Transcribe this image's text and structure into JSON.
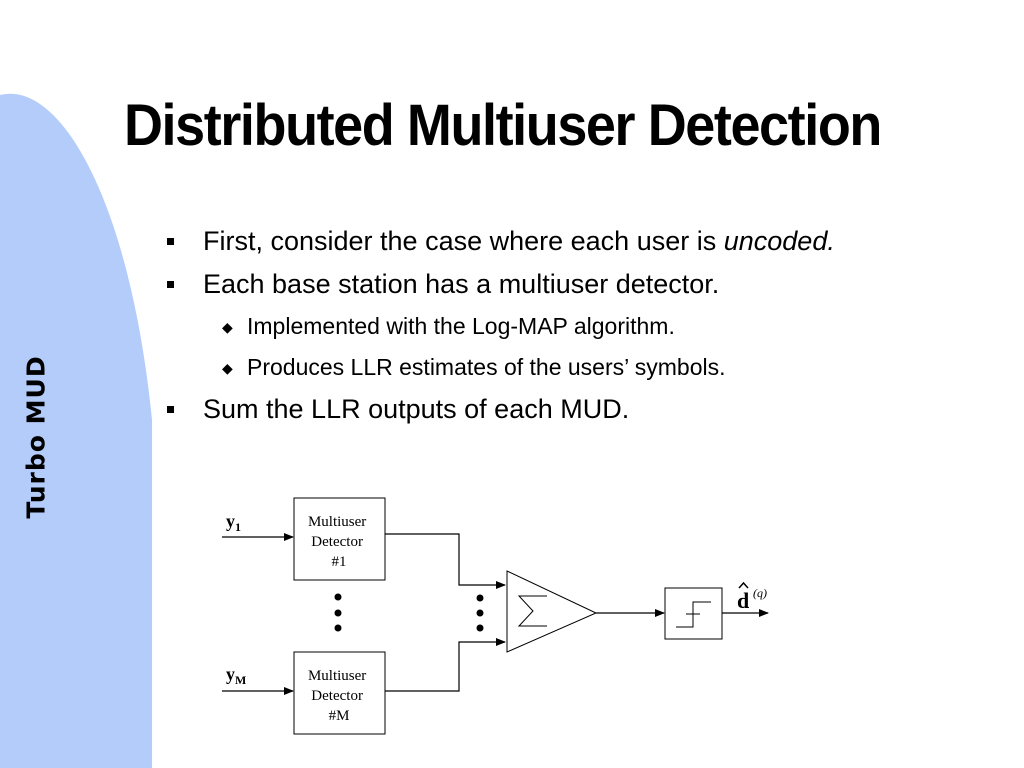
{
  "side_label": "Turbo MUD",
  "title": "Distributed Multiuser Detection",
  "bullets": {
    "b1_text": "First, consider the case where each user is ",
    "b1_emph": "uncoded.",
    "b2_text": "Each base station has a multiuser detector.",
    "b2_sub1": "Implemented with the Log-MAP algorithm.",
    "b2_sub2": "Produces LLR estimates of the users’ symbols.",
    "b3_text": "Sum the LLR outputs of each MUD."
  },
  "diagram": {
    "input1_symbol": "y",
    "input1_sub": "1",
    "inputM_symbol": "y",
    "inputM_sub": "M",
    "det1_line1": "Multiuser",
    "det1_line2": "Detector",
    "det1_line3": "#1",
    "detM_line1": "Multiuser",
    "detM_line2": "Detector",
    "detM_line3": "#M",
    "output_symbol": "d",
    "output_sup": "(q)"
  },
  "colors": {
    "side_band": "#b4ccfa",
    "text": "#000000"
  }
}
